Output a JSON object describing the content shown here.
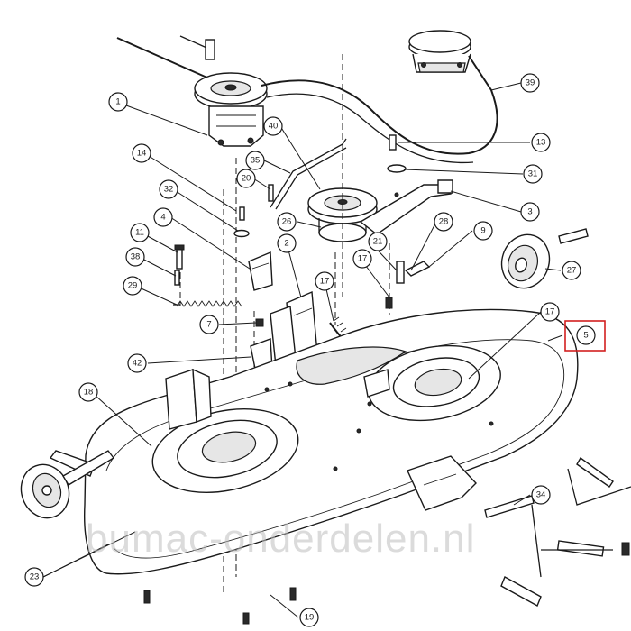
{
  "diagram": {
    "watermark": "bumac-onderdelen.nl",
    "highlighted_part": "5",
    "callouts": {
      "c1": "1",
      "c39": "39",
      "c40": "40",
      "c13": "13",
      "c14": "14",
      "c35": "35",
      "c20": "20",
      "c31": "31",
      "c32": "32",
      "c3": "3",
      "c4": "4",
      "c26": "26",
      "c28": "28",
      "c9": "9",
      "c11": "11",
      "c2": "2",
      "c21": "21",
      "c38": "38",
      "c17a": "17",
      "c27": "27",
      "c29": "29",
      "c17b": "17",
      "c7": "7",
      "c5": "5",
      "c42": "42",
      "c18": "18",
      "c34": "34",
      "c23": "23",
      "c19": "19"
    }
  }
}
